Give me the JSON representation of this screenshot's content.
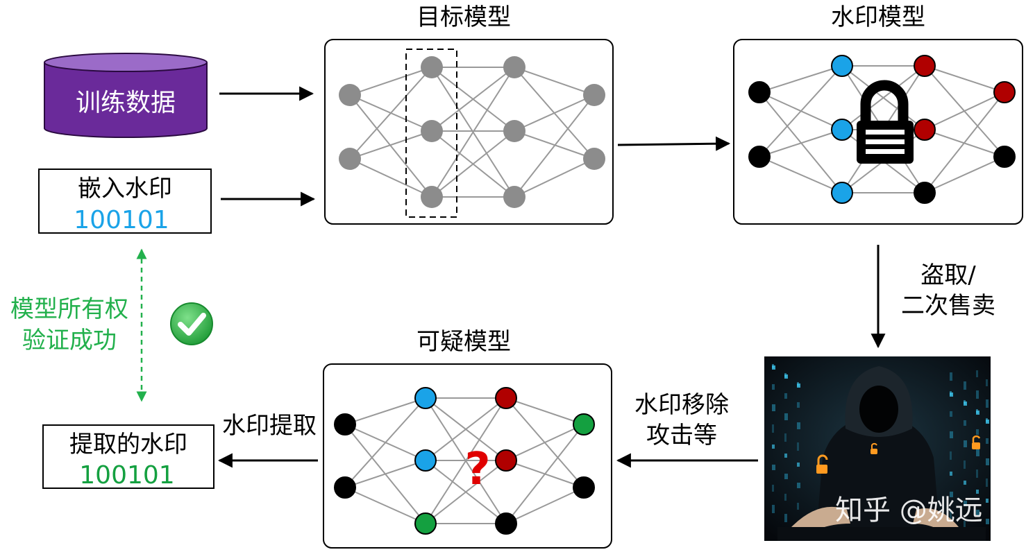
{
  "labels": {
    "target_model": "目标模型",
    "watermark_model": "水印模型",
    "suspect_model": "可疑模型",
    "training_data": "训练数据",
    "embed_watermark": "嵌入水印",
    "embed_code": "100101",
    "verify_line1": "模型所有权",
    "verify_line2": "验证成功",
    "extracted_watermark": "提取的水印",
    "extracted_code": "100101",
    "watermark_extract": "水印提取",
    "steal_line1": "盗取/",
    "steal_line2": "二次售卖",
    "attack_line1": "水印移除",
    "attack_line2": "攻击等",
    "question_mark": "?",
    "credit": "知乎 @姚远"
  },
  "colors": {
    "gray_node": "#8c8c8c",
    "blue_node": "#1aa3e8",
    "red_node": "#b00000",
    "green_node": "#14a040",
    "black_node": "#000000",
    "cylinder": "#6a2a9a",
    "code_blue": "#1aa3e8",
    "code_green": "#14a040",
    "verify_green": "#22b04c",
    "question_red": "#e00000"
  },
  "icons": {
    "lock": "padlock-icon",
    "check": "check-circle-icon",
    "hacker": "hooded-hacker-image"
  }
}
